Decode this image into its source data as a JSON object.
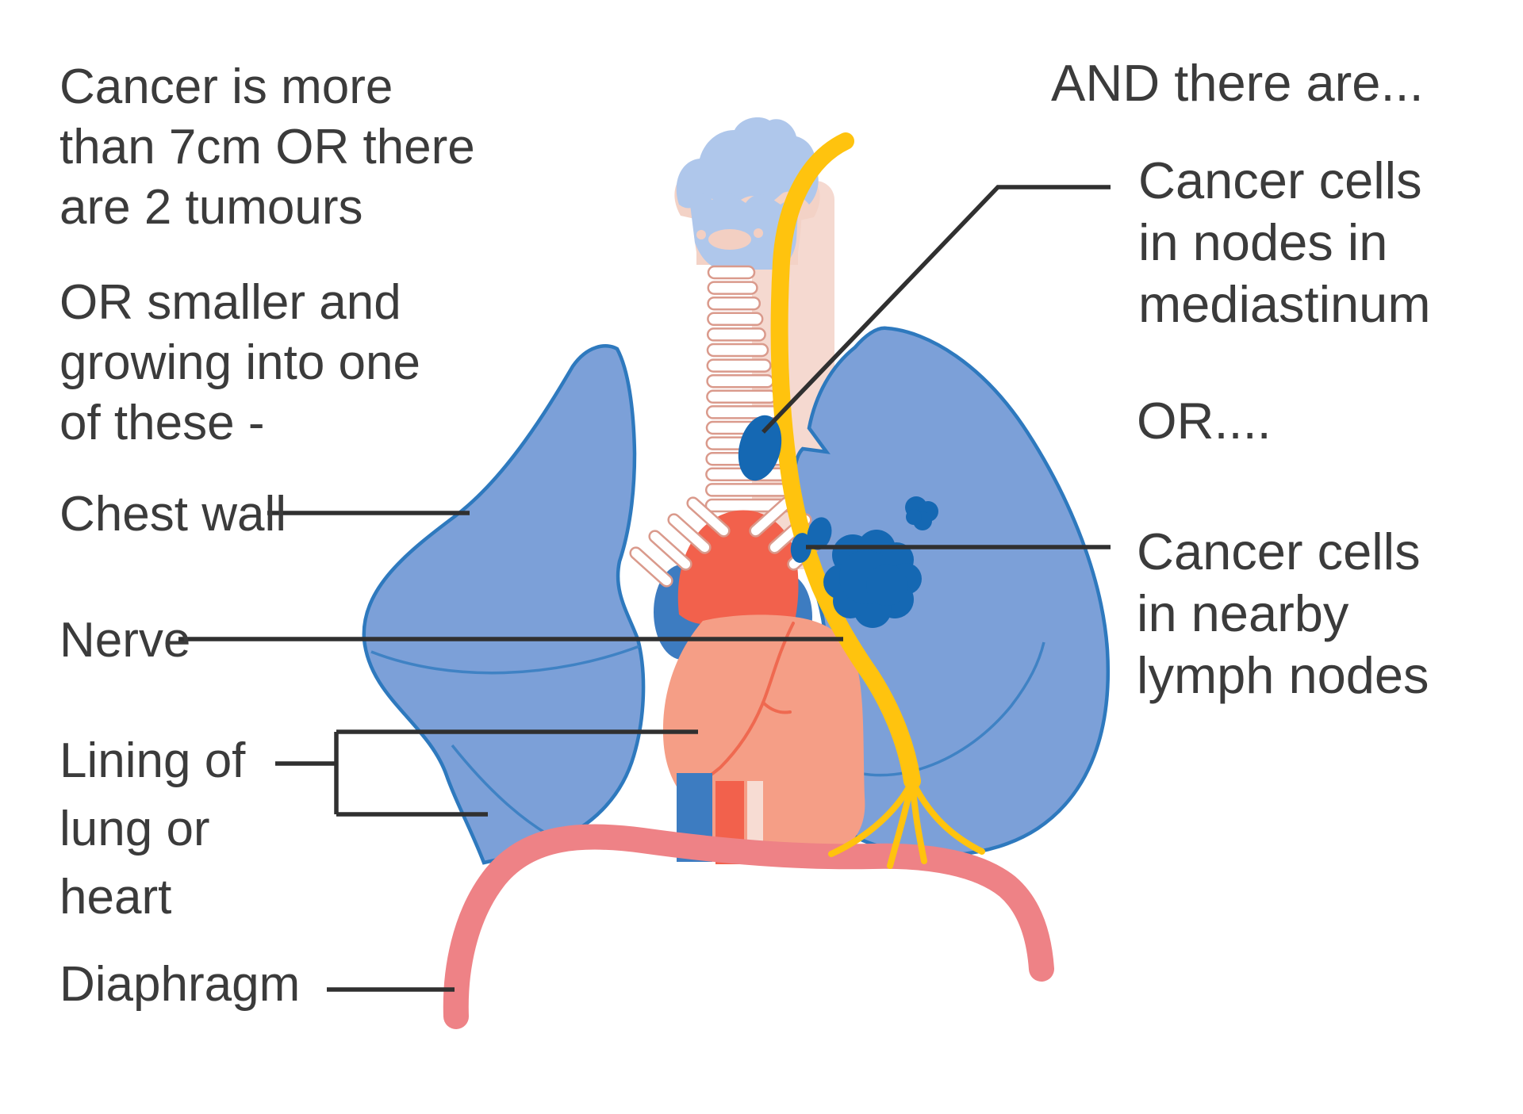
{
  "title": "Lung cancer staging diagram",
  "left": {
    "intro": {
      "lines": [
        "Cancer is more",
        "than 7cm OR there",
        "are 2 tumours"
      ]
    },
    "or_intro": {
      "lines": [
        "OR smaller and",
        "growing into one",
        "of these -"
      ]
    },
    "chest_wall_label": "Chest wall",
    "nerve_label": "Nerve",
    "lining_label": {
      "lines": [
        "Lining of",
        "lung or",
        "heart"
      ]
    },
    "diaphragm_label": "Diaphragm"
  },
  "right": {
    "heading": "AND there are...",
    "mediastinum_label": {
      "lines": [
        "Cancer cells",
        "in nodes in",
        "mediastinum"
      ]
    },
    "or_more": "OR....",
    "nearby_label": {
      "lines": [
        "Cancer cells",
        "in nearby",
        "lymph nodes"
      ]
    }
  },
  "colors": {
    "lung": "#7ca0d8",
    "lung_outline": "#2e79be",
    "cancer": "#1568b3",
    "nerve_yellow": "#ffc30e",
    "heart": "#f59e86",
    "aorta_red": "#f2614c",
    "diaphragm": "#ee8286",
    "trachea_ring_stroke": "#da9a8c",
    "esophagus_pink": "#f5d9d0",
    "larynx_blue": "#afc7eb",
    "text": "#3b3b3b",
    "pointer_line": "#303030"
  }
}
